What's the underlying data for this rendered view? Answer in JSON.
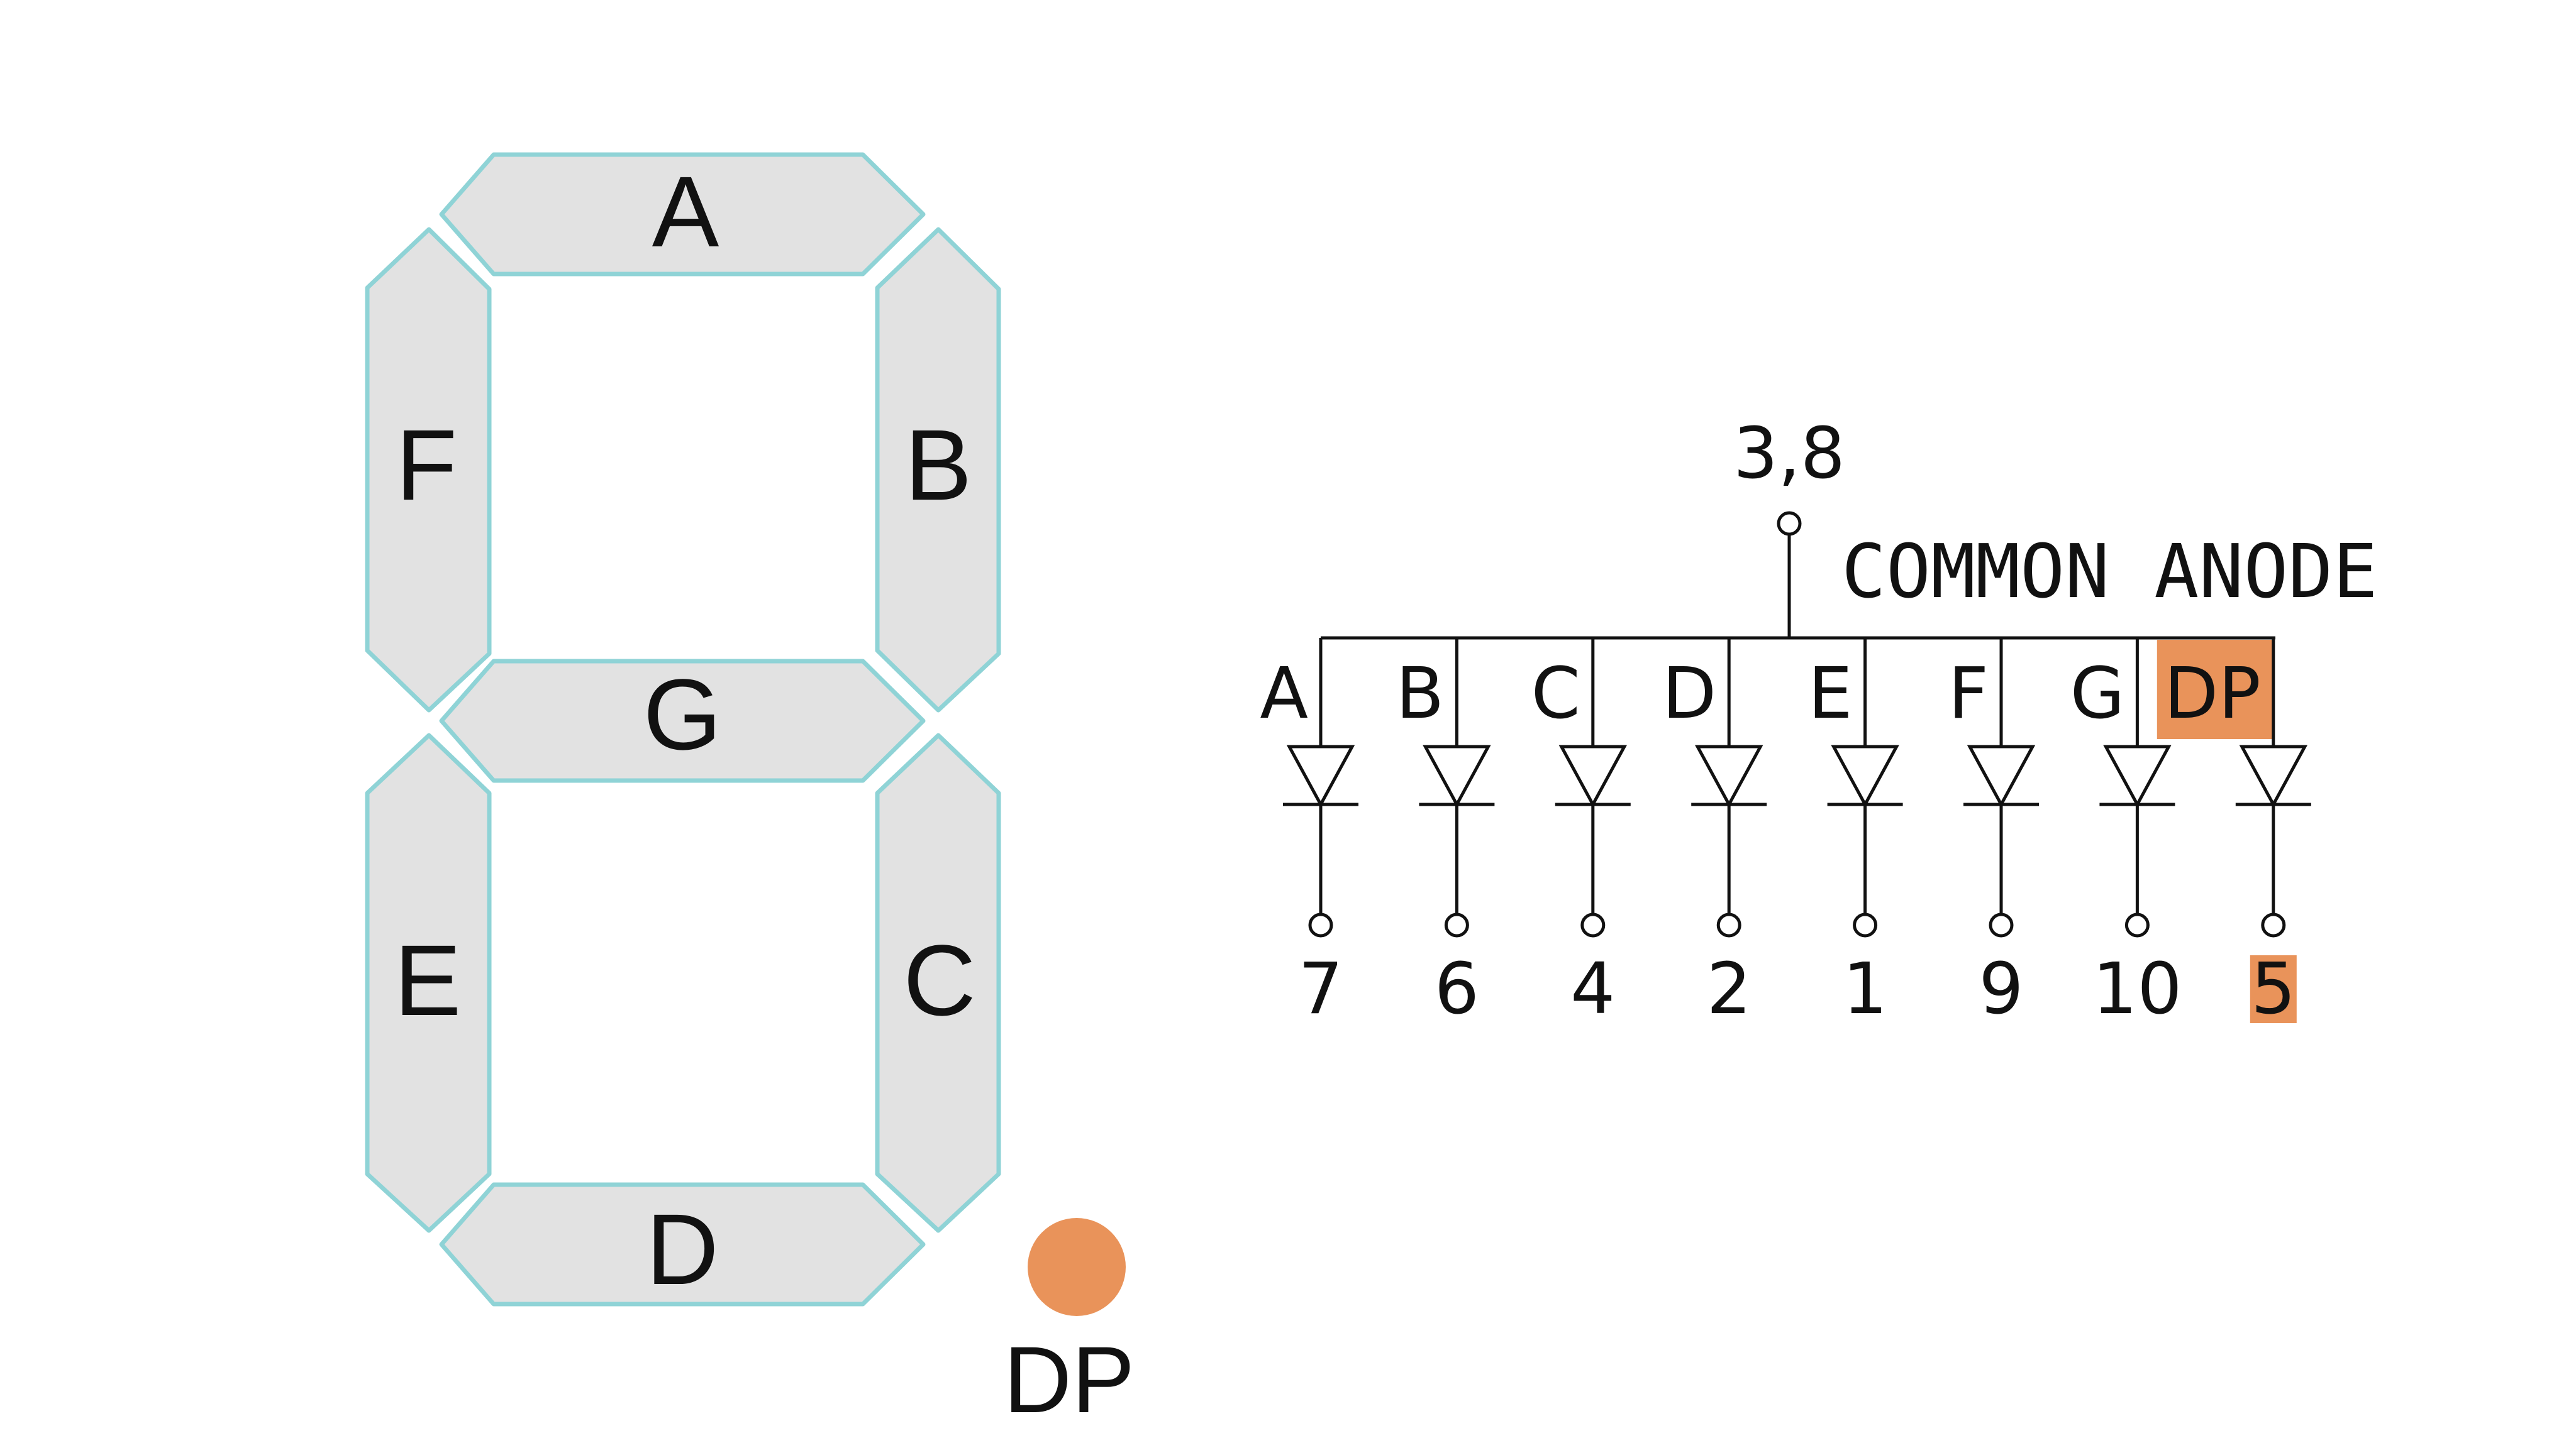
{
  "segments": [
    {
      "id": "A",
      "label": "A"
    },
    {
      "id": "B",
      "label": "B"
    },
    {
      "id": "C",
      "label": "C"
    },
    {
      "id": "D",
      "label": "D"
    },
    {
      "id": "E",
      "label": "E"
    },
    {
      "id": "F",
      "label": "F"
    },
    {
      "id": "G",
      "label": "G"
    }
  ],
  "decimal_point": {
    "label": "DP"
  },
  "schematic": {
    "title": "COMMON ANODE",
    "common_pins": "3,8",
    "channels": [
      {
        "segment": "A",
        "pin": "7"
      },
      {
        "segment": "B",
        "pin": "6"
      },
      {
        "segment": "C",
        "pin": "4"
      },
      {
        "segment": "D",
        "pin": "2"
      },
      {
        "segment": "E",
        "pin": "1"
      },
      {
        "segment": "F",
        "pin": "9"
      },
      {
        "segment": "G",
        "pin": "10"
      },
      {
        "segment": "DP",
        "pin": "5",
        "highlighted": true
      }
    ]
  },
  "colors": {
    "segment_fill": "#e2e2e2",
    "segment_outline": "#8fd3d6",
    "highlight": "#e9935a",
    "dp_dot": "#e9935a",
    "line": "#111111"
  }
}
